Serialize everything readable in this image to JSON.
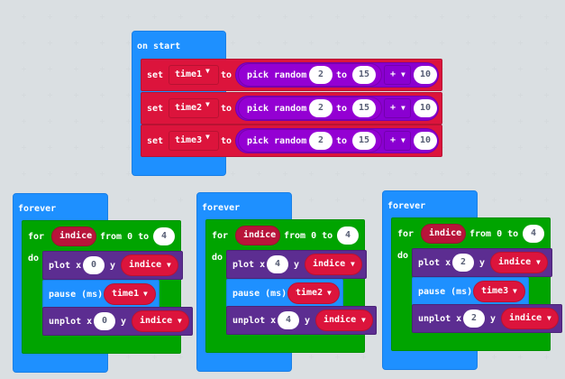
{
  "workspace": {
    "on_start": {
      "title": "on start",
      "statements": [
        {
          "set_label": "set",
          "variable": "time1",
          "to_label": "to",
          "random_label": "pick random",
          "min": "2",
          "mid_label": "to",
          "max": "15",
          "operator": "+",
          "addend": "10"
        },
        {
          "set_label": "set",
          "variable": "time2",
          "to_label": "to",
          "random_label": "pick random",
          "min": "2",
          "mid_label": "to",
          "max": "15",
          "operator": "+",
          "addend": "10"
        },
        {
          "set_label": "set",
          "variable": "time3",
          "to_label": "to",
          "random_label": "pick random",
          "min": "2",
          "mid_label": "to",
          "max": "15",
          "operator": "+",
          "addend": "10"
        }
      ]
    },
    "forever_blocks": [
      {
        "title": "forever",
        "for_label": "for",
        "loop_var": "indice",
        "from_label": "from 0 to",
        "to_value": "4",
        "do_label": "do",
        "plot": {
          "label": "plot x",
          "x": "0",
          "y_label": "y",
          "y_var": "indice"
        },
        "pause": {
          "label": "pause (ms)",
          "var": "time1"
        },
        "unplot": {
          "label": "unplot x",
          "x": "0",
          "y_label": "y",
          "y_var": "indice"
        }
      },
      {
        "title": "forever",
        "for_label": "for",
        "loop_var": "indice",
        "from_label": "from 0 to",
        "to_value": "4",
        "do_label": "do",
        "plot": {
          "label": "plot x",
          "x": "4",
          "y_label": "y",
          "y_var": "indice"
        },
        "pause": {
          "label": "pause (ms)",
          "var": "time2"
        },
        "unplot": {
          "label": "unplot x",
          "x": "4",
          "y_label": "y",
          "y_var": "indice"
        }
      },
      {
        "title": "forever",
        "for_label": "for",
        "loop_var": "indice",
        "from_label": "from 0 to",
        "to_value": "4",
        "do_label": "do",
        "plot": {
          "label": "plot x",
          "x": "2",
          "y_label": "y",
          "y_var": "indice"
        },
        "pause": {
          "label": "pause (ms)",
          "var": "time3"
        },
        "unplot": {
          "label": "unplot x",
          "x": "2",
          "y_label": "y",
          "y_var": "indice"
        }
      }
    ],
    "colors": {
      "events": "#1e90ff",
      "variables": "#dc143c",
      "loops": "#00a400",
      "led": "#5c2d91",
      "math": "#9400d3",
      "background": "#ecf0f1"
    }
  }
}
